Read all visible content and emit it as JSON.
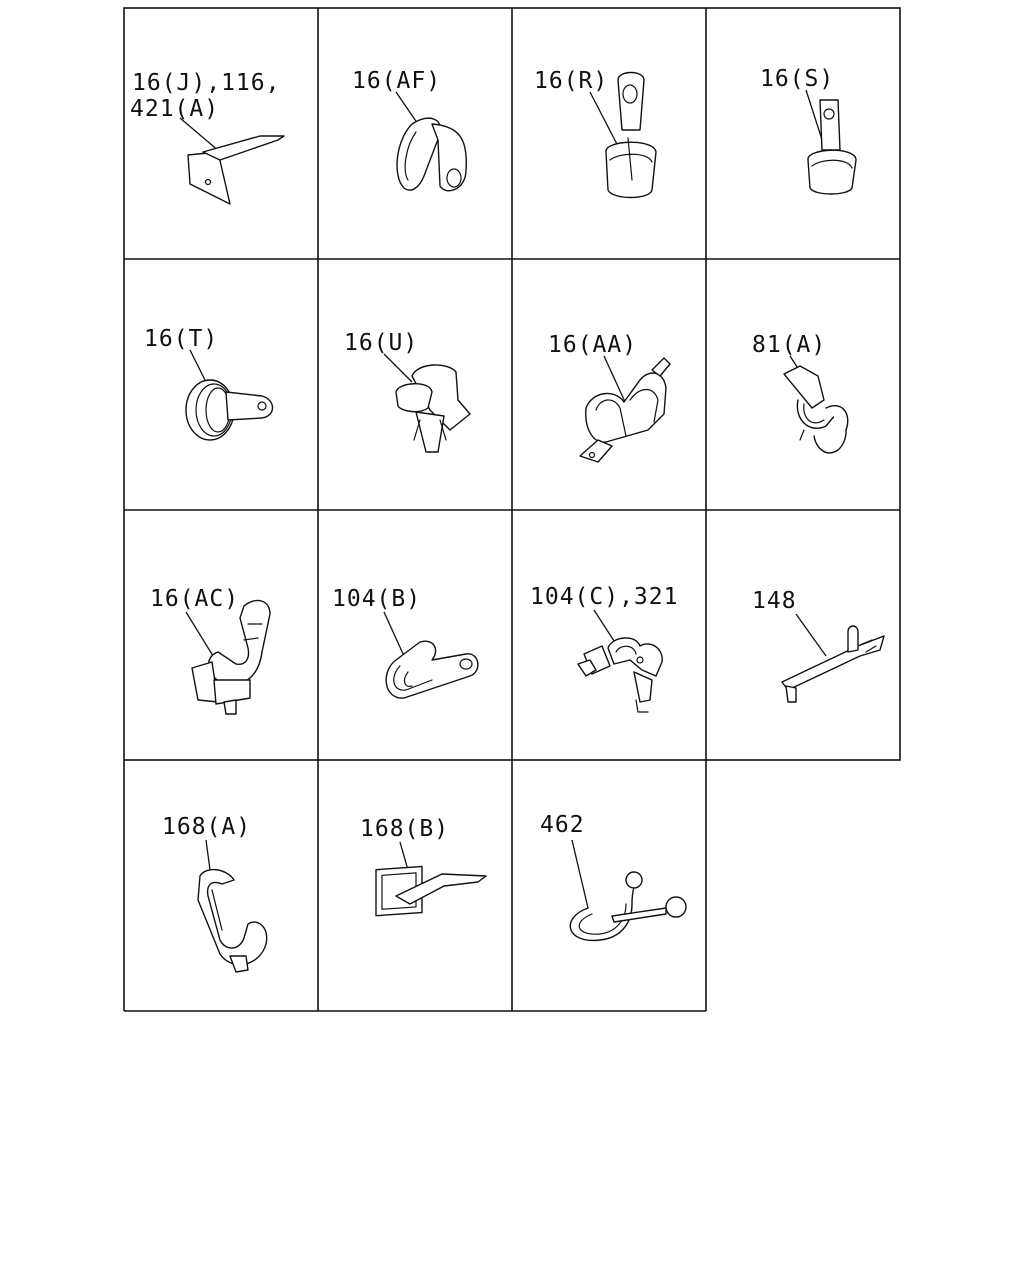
{
  "cells": [
    {
      "label_lines": [
        "16(J),116,",
        "421(A)"
      ]
    },
    {
      "label_lines": [
        "16(AF)"
      ]
    },
    {
      "label_lines": [
        "16(R)"
      ]
    },
    {
      "label_lines": [
        "16(S)"
      ]
    },
    {
      "label_lines": [
        "16(T)"
      ]
    },
    {
      "label_lines": [
        "16(U)"
      ]
    },
    {
      "label_lines": [
        "16(AA)"
      ]
    },
    {
      "label_lines": [
        "81(A)"
      ]
    },
    {
      "label_lines": [
        "16(AC)"
      ]
    },
    {
      "label_lines": [
        "104(B)"
      ]
    },
    {
      "label_lines": [
        "104(C),321"
      ]
    },
    {
      "label_lines": [
        "148"
      ]
    },
    {
      "label_lines": [
        "168(A)"
      ]
    },
    {
      "label_lines": [
        "168(B)"
      ]
    },
    {
      "label_lines": [
        "462"
      ]
    }
  ]
}
